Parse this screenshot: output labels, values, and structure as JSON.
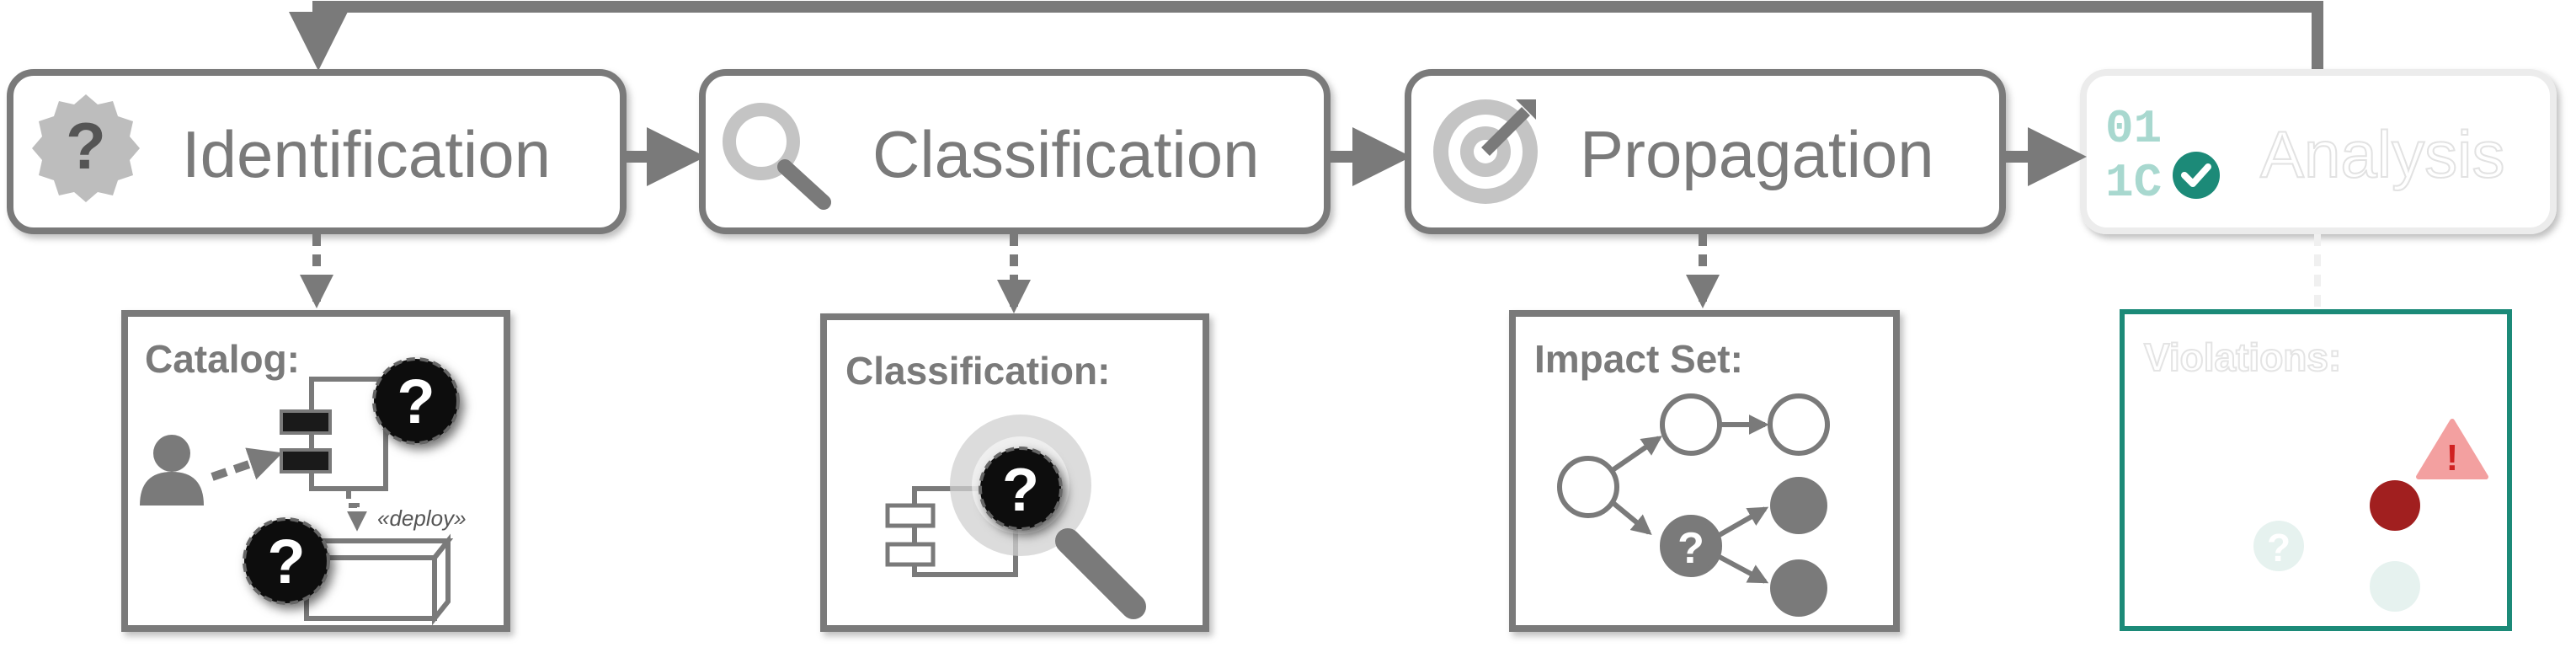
{
  "stages": [
    {
      "label": "Identification"
    },
    {
      "label": "Classification"
    },
    {
      "label": "Propagation"
    },
    {
      "label": "Analysis"
    }
  ],
  "details": {
    "catalog": {
      "title": "Catalog:",
      "deploy_label": "«deploy»",
      "unknown_mark": "?"
    },
    "classification": {
      "title": "Classification:",
      "unknown_mark": "?"
    },
    "impact_set": {
      "title": "Impact Set:",
      "unknown_mark": "?"
    },
    "violations": {
      "title": "Violations:",
      "unknown_mark": "?",
      "warning_mark": "!"
    }
  },
  "icons": {
    "identification": "question-badge-icon",
    "classification": "magnifier-icon",
    "propagation": "target-icon",
    "analysis": "binary-check-icon"
  },
  "colors": {
    "stroke": "#7a7a7a",
    "dark": "#1a1a1a",
    "teal": "#1c8a78",
    "teal_faded": "#a8d8cf",
    "red": "#b02020",
    "warning": "#e05050"
  }
}
